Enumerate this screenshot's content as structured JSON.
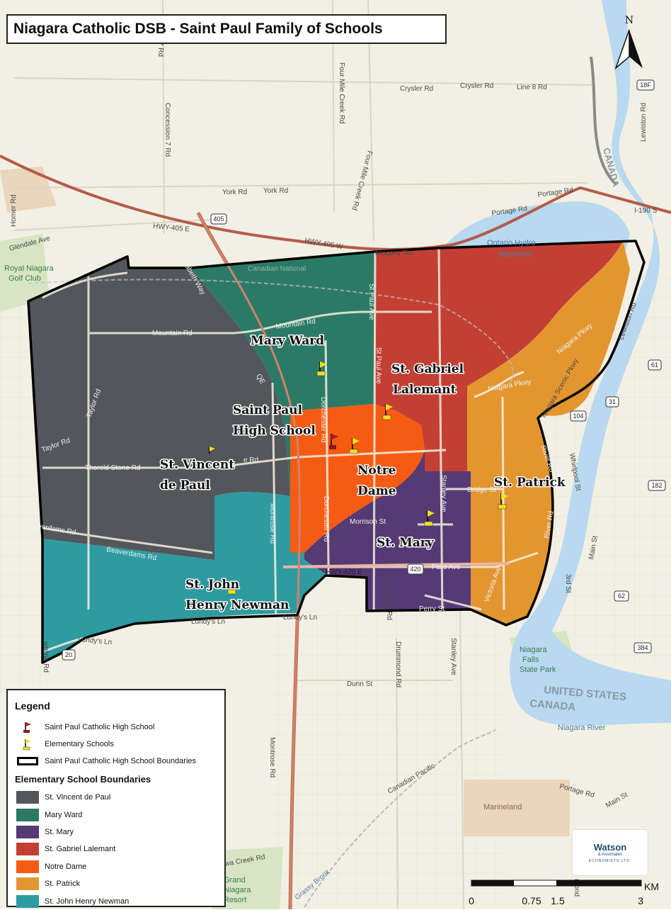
{
  "title": "Niagara Catholic DSB - Saint Paul Family of Schools",
  "north_label": "N",
  "legend": {
    "heading": "Legend",
    "symbols": [
      {
        "label": "Saint Paul Catholic High School",
        "icon": "red-flag-icon",
        "color": "#8b1a1a"
      },
      {
        "label": "Elementary Schools",
        "icon": "yellow-flag-icon",
        "color": "#f2e01c"
      },
      {
        "label": "Saint Paul Catholic High School Boundaries",
        "icon": "boundary-outline-icon",
        "color": "#000000"
      }
    ],
    "boundaries_heading": "Elementary School Boundaries",
    "boundaries": [
      {
        "label": "St. Vincent de Paul",
        "color": "#53565a"
      },
      {
        "label": "Mary Ward",
        "color": "#2b7a66"
      },
      {
        "label": "St. Mary",
        "color": "#553a74"
      },
      {
        "label": "St. Gabriel Lalemant",
        "color": "#c43f33"
      },
      {
        "label": "Notre Dame",
        "color": "#f65b13"
      },
      {
        "label": "St. Patrick",
        "color": "#e39630"
      },
      {
        "label": "St. John Henry Newman",
        "color": "#2d9ba0"
      }
    ]
  },
  "zone_labels": {
    "mary_ward": "Mary Ward",
    "st_gabriel_1": "St. Gabriel",
    "st_gabriel_2": "Lalemant",
    "saint_paul_1": "Saint Paul",
    "saint_paul_2": "High School",
    "st_vincent_1": "St. Vincent",
    "st_vincent_2": "de Paul",
    "notre_dame_1": "Notre",
    "notre_dame_2": "Dame",
    "st_patrick": "St. Patrick",
    "st_mary": "St. Mary",
    "st_john_1": "St. John",
    "st_john_2": "Henry Newman"
  },
  "road_labels": {
    "crysler_rd": "Crysler Rd",
    "crysler_rd_2": "Crysler Rd",
    "line_8_rd": "Line 8 Rd",
    "york_rd": "York Rd",
    "york_rd_2": "York Rd",
    "portage_rd": "Portage Rd",
    "portage_rd_2": "Portage Rd",
    "portage_rd_3": "Portage Rd",
    "hwy_405": "HWY-405 E",
    "hwy_405_w": "HWY-405 W",
    "niagara_tlin": "Niagara Tlin",
    "canadian_national": "Canadian National",
    "mountain_rd": "Mountain Rd",
    "mountain_rd_2": "Mountain Rd",
    "glendale_ave": "Glendale Ave",
    "homer_rd": "Homer Rd",
    "concession_7": "Concession 7 Rd",
    "concession_7b": "on 7 Rd",
    "four_mile_creek": "Four Mile Creek Rd",
    "four_mile_creek_2": "Four Mile Creek Rd",
    "st_paul_ave": "St Paul Ave",
    "st_paul_ave_2": "St Paul Ave",
    "qew": "Queen Elizabeth Way",
    "qew_short": "QE",
    "taylor_rd": "Taylor Rd",
    "taylor_rd_2": "Taylor Rd",
    "thorold_stone": "Thorold Stone Rd",
    "thorold_stone_2": "e Rd",
    "dorchester_rd": "Dorchester Rd",
    "dorchester_rd_2": "Dorchester Rd",
    "montrose_rd": "Montrose Rd",
    "montrose_rd_2": "Montrose Rd",
    "beaverdams_rd": "Beaverdams Rd",
    "beaverdams_rd_2": "Beaverdams Rd",
    "hwy_420": "HWY-420 E",
    "falls_ave": "Falls Ave",
    "lundys_ln": "Lundy's Ln",
    "lundys_ln_2": "Lundy's Ln",
    "lundys_ln_3": "Lundy's Ln",
    "drummond_rd": "Drummond Rd",
    "drummond_rd_2": "Drummond Rd",
    "stanley_ave": "Stanley Ave",
    "stanley_ave_2": "Stanley Ave",
    "bridge_st": "Bridge St",
    "morrison_st": "Morrison St",
    "perry_st": "Perry St",
    "victoria_ave": "Victoria Ave",
    "river_rd": "River Rd",
    "river_rd_2": "River Rd",
    "niagara_pkwy": "Niagara Pkwy",
    "niagara_pkwy_2": "Niagara Pkwy",
    "niagara_scenic": "Niagara Scenic Pkwy",
    "whirlpool_st": "Whirlpool St",
    "lewiston_rd": "Lewiston Rd",
    "lewiston_rd_2": "Lewiston Rd",
    "main_st": "Main St",
    "main_st_2": "Main St",
    "third_st": "3rd St",
    "dunn_st": "Dunn St",
    "canadian_pacific": "Canadian Pacific",
    "creek_rd": "wa Creek Rd",
    "grassy_brook": "Grassy Brook",
    "townline_rd": "wnline Rd",
    "i190": "I-190 S",
    "mond": "mond"
  },
  "place_labels": {
    "royal_niagara_1": "Royal Niagara",
    "royal_niagara_2": "Golf Club",
    "ontario_hydro_1": "Ontario Hydro",
    "ontario_hydro_2": "Reservoir",
    "niagara_falls_park_1": "Niagara",
    "niagara_falls_park_2": "Falls",
    "niagara_falls_park_3": "State Park",
    "united_states": "UNITED STATES",
    "canada": "CANADA",
    "canada_top": "CANADA",
    "niagara_river": "Niagara River",
    "marineland": "Marineland",
    "grand_niagara_1": "Grand",
    "grand_niagara_2": "Niagara",
    "grand_niagara_3": "Resort"
  },
  "shields": [
    "405",
    "420",
    "20",
    "18F",
    "61",
    "31",
    "104",
    "182",
    "62",
    "384"
  ],
  "scale_bar": {
    "unit": "KM",
    "ticks": [
      "0",
      "0.75",
      "1.5",
      "3"
    ]
  },
  "logo": {
    "name": "Watson",
    "sub": "& Associates",
    "tag": "ECONOMISTS LTD."
  }
}
